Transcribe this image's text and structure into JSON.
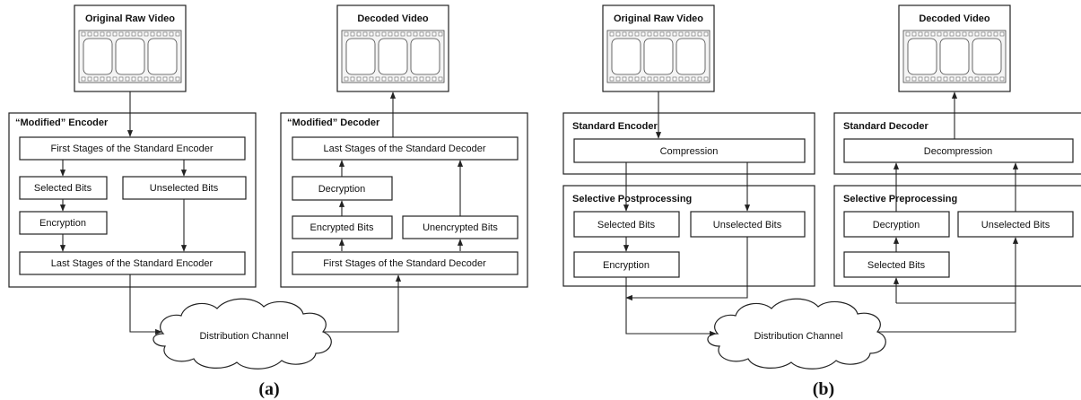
{
  "panel_a": {
    "input_title": "Original Raw Video",
    "output_title": "Decoded Video",
    "encoder_title": "“Modified” Encoder",
    "decoder_title": "“Modified” Decoder",
    "enc_first": "First Stages of the Standard Encoder",
    "enc_selected": "Selected Bits",
    "enc_unselected": "Unselected Bits",
    "enc_encryption": "Encryption",
    "enc_last": "Last Stages of the Standard Encoder",
    "dec_last": "Last Stages of the Standard Decoder",
    "dec_decryption": "Decryption",
    "dec_encrypted": "Encrypted Bits",
    "dec_unencrypted": "Unencrypted Bits",
    "dec_first": "First Stages of the Standard Decoder",
    "channel": "Distribution Channel",
    "caption": "(a)"
  },
  "panel_b": {
    "input_title": "Original Raw Video",
    "output_title": "Decoded Video",
    "std_encoder_title": "Standard Encoder",
    "compression": "Compression",
    "post_title": "Selective  Postprocessing",
    "post_selected": "Selected Bits",
    "post_unselected": "Unselected Bits",
    "post_encryption": "Encryption",
    "std_decoder_title": "Standard Decoder",
    "decompression": "Decompression",
    "pre_title": "Selective  Preprocessing",
    "pre_decryption": "Decryption",
    "pre_unselected": "Unselected Bits",
    "pre_selected": "Selected Bits",
    "channel": "Distribution Channel",
    "caption": "(b)"
  }
}
